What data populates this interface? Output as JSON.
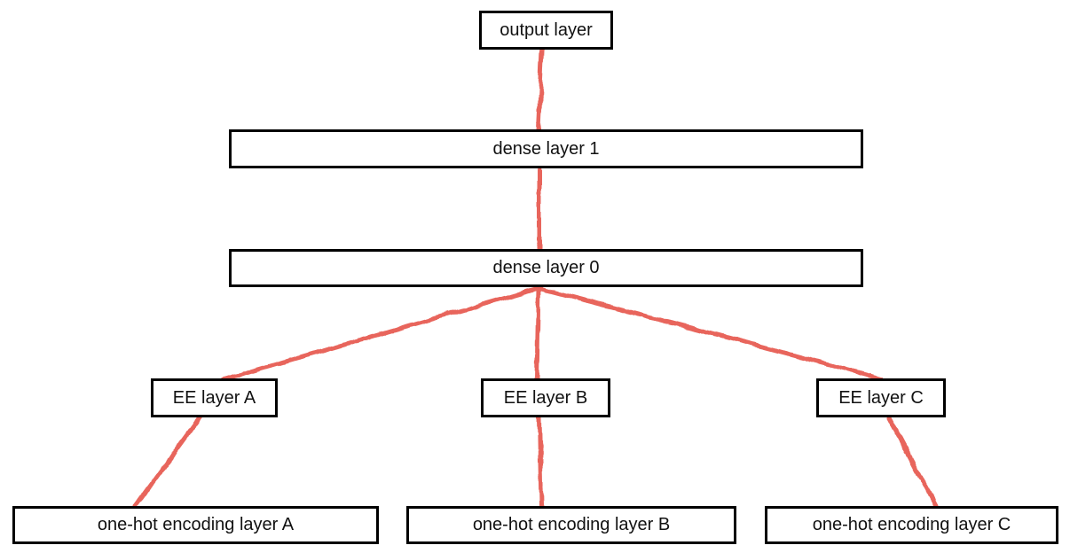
{
  "diagram": {
    "type": "neural-network-architecture",
    "background_color": "#ffffff",
    "edge_color": "#e8655c",
    "node_border_color": "#000000",
    "node_text_color": "#111111",
    "nodes": [
      {
        "id": "output-layer",
        "label": "output layer"
      },
      {
        "id": "dense-layer-1",
        "label": "dense layer 1"
      },
      {
        "id": "dense-layer-0",
        "label": "dense layer 0"
      },
      {
        "id": "ee-layer-a",
        "label": "EE layer A"
      },
      {
        "id": "ee-layer-b",
        "label": "EE layer B"
      },
      {
        "id": "ee-layer-c",
        "label": "EE layer C"
      },
      {
        "id": "one-hot-encoding-layer-a",
        "label": "one-hot encoding layer A"
      },
      {
        "id": "one-hot-encoding-layer-b",
        "label": "one-hot encoding layer B"
      },
      {
        "id": "one-hot-encoding-layer-c",
        "label": "one-hot encoding layer C"
      }
    ],
    "edges": [
      {
        "from": "output-layer",
        "to": "dense-layer-1"
      },
      {
        "from": "dense-layer-1",
        "to": "dense-layer-0"
      },
      {
        "from": "dense-layer-0",
        "to": "ee-layer-a"
      },
      {
        "from": "dense-layer-0",
        "to": "ee-layer-b"
      },
      {
        "from": "dense-layer-0",
        "to": "ee-layer-c"
      },
      {
        "from": "ee-layer-a",
        "to": "one-hot-encoding-layer-a"
      },
      {
        "from": "ee-layer-b",
        "to": "one-hot-encoding-layer-b"
      },
      {
        "from": "ee-layer-c",
        "to": "one-hot-encoding-layer-c"
      }
    ]
  }
}
